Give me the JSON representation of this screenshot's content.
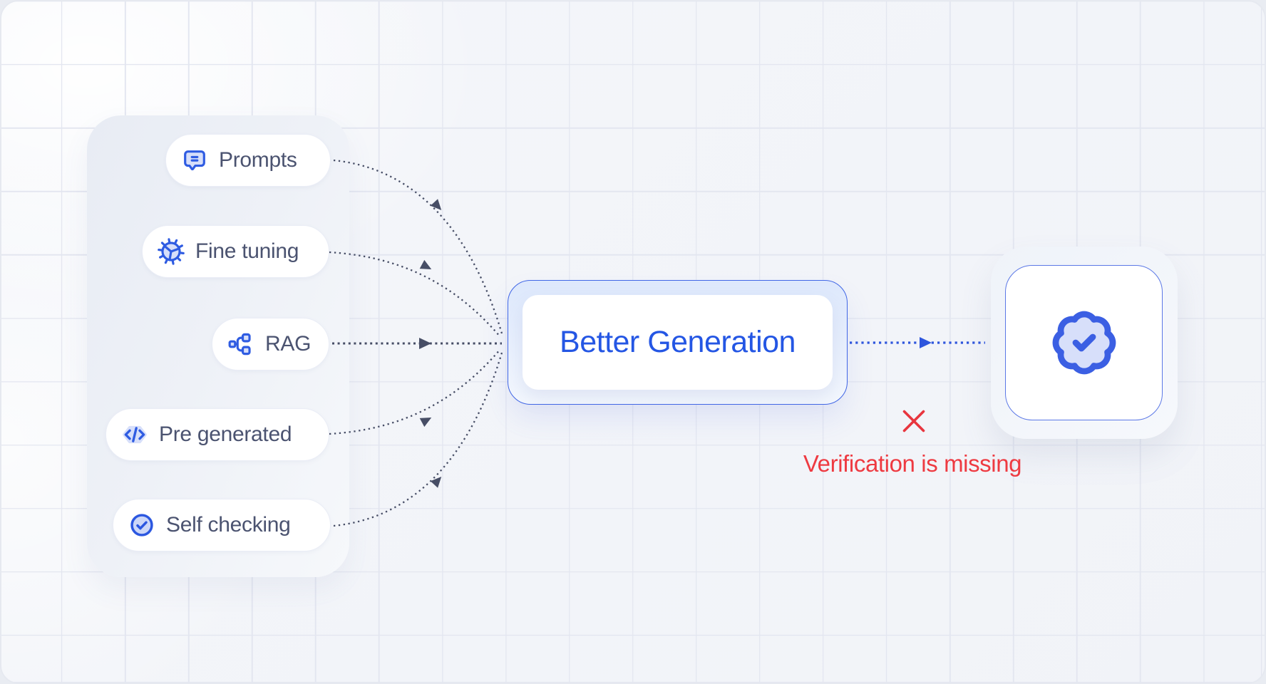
{
  "palette": {
    "blue": "#2f5ce2",
    "blue_text": "#2456e4",
    "lavender_fill": "#d7dffa",
    "slate_text": "#4b5370",
    "arrow_dark": "#474e66",
    "arrow_blue": "#2e55dd",
    "red": "#ee3a41"
  },
  "methods_panel": {
    "items": [
      {
        "label": "Prompts",
        "icon": "message-square-icon"
      },
      {
        "label": "Fine tuning",
        "icon": "gear-icon"
      },
      {
        "label": "RAG",
        "icon": "hierarchy-icon"
      },
      {
        "label": "Pre generated",
        "icon": "code-icon"
      },
      {
        "label": "Self checking",
        "icon": "check-circle-icon"
      }
    ]
  },
  "generation_node": {
    "label": "Better Generation"
  },
  "verified_node": {
    "icon": "badge-check-icon"
  },
  "annotation": {
    "icon": "x-mark-icon",
    "label": "Verification is missing"
  }
}
